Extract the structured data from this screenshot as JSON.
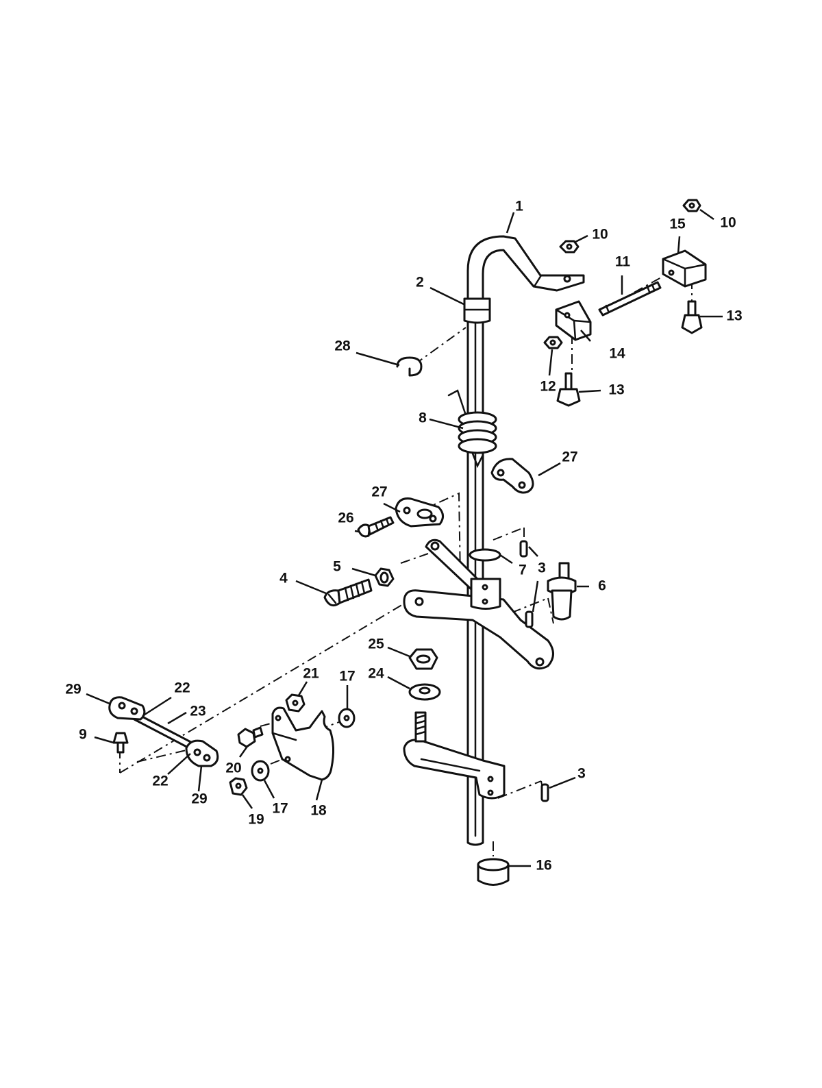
{
  "diagram": {
    "callouts": [
      {
        "id": "c1",
        "label": "1"
      },
      {
        "id": "c2",
        "label": "2"
      },
      {
        "id": "c3a",
        "label": "3"
      },
      {
        "id": "c3b",
        "label": "3"
      },
      {
        "id": "c4",
        "label": "4"
      },
      {
        "id": "c5",
        "label": "5"
      },
      {
        "id": "c6",
        "label": "6"
      },
      {
        "id": "c7",
        "label": "7"
      },
      {
        "id": "c8",
        "label": "8"
      },
      {
        "id": "c9",
        "label": "9"
      },
      {
        "id": "c10a",
        "label": "10"
      },
      {
        "id": "c10b",
        "label": "10"
      },
      {
        "id": "c11",
        "label": "11"
      },
      {
        "id": "c12",
        "label": "12"
      },
      {
        "id": "c13a",
        "label": "13"
      },
      {
        "id": "c13b",
        "label": "13"
      },
      {
        "id": "c14",
        "label": "14"
      },
      {
        "id": "c15",
        "label": "15"
      },
      {
        "id": "c16",
        "label": "16"
      },
      {
        "id": "c17a",
        "label": "17"
      },
      {
        "id": "c17b",
        "label": "17"
      },
      {
        "id": "c18",
        "label": "18"
      },
      {
        "id": "c19",
        "label": "19"
      },
      {
        "id": "c20",
        "label": "20"
      },
      {
        "id": "c21",
        "label": "21"
      },
      {
        "id": "c22a",
        "label": "22"
      },
      {
        "id": "c22b",
        "label": "22"
      },
      {
        "id": "c23",
        "label": "23"
      },
      {
        "id": "c24",
        "label": "24"
      },
      {
        "id": "c25",
        "label": "25"
      },
      {
        "id": "c26",
        "label": "26"
      },
      {
        "id": "c27a",
        "label": "27"
      },
      {
        "id": "c27b",
        "label": "27"
      },
      {
        "id": "c28",
        "label": "28"
      },
      {
        "id": "c29a",
        "label": "29"
      },
      {
        "id": "c29b",
        "label": "29"
      }
    ]
  }
}
